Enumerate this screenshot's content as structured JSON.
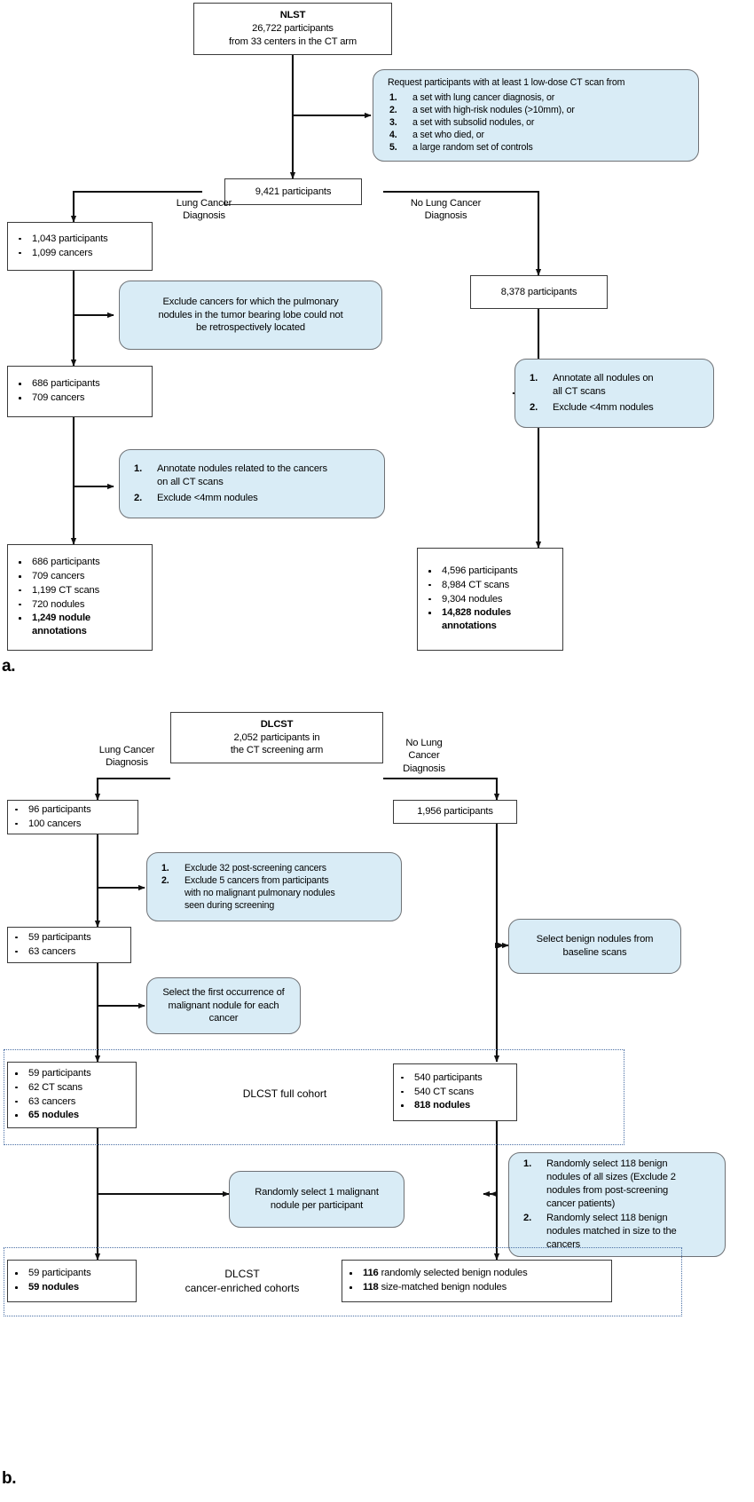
{
  "figure": {
    "captions": {
      "a": "a.",
      "b": "b."
    }
  },
  "panel_a": {
    "root": {
      "title": "NLST",
      "line2": "26,722 participants",
      "line3": "from 33 centers in the CT arm"
    },
    "request_box": {
      "intro": "Request participants with at least 1 low-dose CT scan from",
      "items": [
        {
          "n": "1.",
          "text": "a set with lung cancer diagnosis, or"
        },
        {
          "n": "2.",
          "text": "a set with high-risk nodules (>10mm), or"
        },
        {
          "n": "3.",
          "text": "a set with subsolid nodules, or"
        },
        {
          "n": "4.",
          "text": "a set who died, or"
        },
        {
          "n": "5.",
          "text": "a large random set of controls"
        }
      ]
    },
    "participants_9421": "9,421 participants",
    "branch_left_label": "Lung Cancer\nDiagnosis",
    "branch_left_label_l1": "Lung Cancer",
    "branch_left_label_l2": "Diagnosis",
    "branch_right_label_l1": "No Lung Cancer",
    "branch_right_label_l2": "Diagnosis",
    "box_1043": [
      "1,043 participants",
      "1,099 cancers"
    ],
    "exclude_note": "Exclude cancers for which the pulmonary nodules in the tumor bearing lobe could not be retrospectively located",
    "exclude_note_l1": "Exclude cancers for which the pulmonary",
    "exclude_note_l2": "nodules in the tumor bearing lobe could not",
    "exclude_note_l3": "be retrospectively located",
    "box_686_a": [
      "686 participants",
      "709 cancers"
    ],
    "annotate_cancer_box": [
      {
        "n": "1.",
        "text": "Annotate nodules related to the cancers on all CT scans"
      },
      {
        "n": "2.",
        "text": "Exclude <4mm nodules"
      }
    ],
    "annotate_cancer_box_l1": "Annotate nodules related to the cancers",
    "annotate_cancer_box_l2": "on all CT scans",
    "final_left": [
      {
        "text": "686 participants",
        "bold": false
      },
      {
        "text": "709 cancers",
        "bold": false
      },
      {
        "text": "1,199 CT scans",
        "bold": false
      },
      {
        "text": "720 nodules",
        "bold": false
      },
      {
        "text": "1,249 nodule annotations",
        "bold": true
      }
    ],
    "box_8378": "8,378 participants",
    "annotate_all_box": [
      {
        "n": "1.",
        "text": "Annotate all nodules on all CT scans"
      },
      {
        "n": "2.",
        "text": "Exclude <4mm nodules"
      }
    ],
    "annotate_all_box_l1": "Annotate all nodules on",
    "annotate_all_box_l2": "all CT scans",
    "final_right": [
      {
        "text": "4,596 participants",
        "bold": false
      },
      {
        "text": "8,984 CT scans",
        "bold": false
      },
      {
        "text": "9,304 nodules",
        "bold": false
      },
      {
        "text": "14,828 nodules annotations",
        "bold": true
      }
    ]
  },
  "panel_b": {
    "root": {
      "title": "DLCST",
      "line2": "2,052 participants in",
      "line3": "the CT screening arm"
    },
    "branch_left_l1": "Lung Cancer",
    "branch_left_l2": "Diagnosis",
    "branch_right_l1": "No Lung",
    "branch_right_l2": "Cancer",
    "branch_right_l3": "Diagnosis",
    "box_96": [
      "96 participants",
      "100 cancers"
    ],
    "box_1956": "1,956 participants",
    "exclude_box": [
      {
        "n": "1.",
        "text": "Exclude 32 post-screening cancers"
      },
      {
        "n": "2.",
        "text": "Exclude 5 cancers from participants with no malignant pulmonary nodules seen during screening"
      }
    ],
    "exclude_box_1": "Exclude 32 post-screening cancers",
    "exclude_box_2_l1": "Exclude 5 cancers from participants",
    "exclude_box_2_l2": "with no malignant pulmonary nodules",
    "exclude_box_2_l3": "seen during screening",
    "box_59": [
      "59 participants",
      "63 cancers"
    ],
    "select_first_l1": "Select the first occurrence of",
    "select_first_l2": "malignant nodule for each",
    "select_first_l3": "cancer",
    "select_benign_l1": "Select benign nodules from",
    "select_benign_l2": "baseline scans",
    "full_cohort_left": [
      {
        "text": "59 participants",
        "bold": false
      },
      {
        "text": "62 CT scans",
        "bold": false
      },
      {
        "text": "63 cancers",
        "bold": false
      },
      {
        "text": "65 nodules",
        "bold": true
      }
    ],
    "full_cohort_right": [
      {
        "text": "540 participants",
        "bold": false
      },
      {
        "text": "540 CT scans",
        "bold": false
      },
      {
        "text": "818 nodules",
        "bold": true
      }
    ],
    "full_cohort_label": "DLCST full cohort",
    "random_select_l1": "Randomly select 1 malignant",
    "random_select_l2": "nodule per participant",
    "randomly_box": [
      {
        "n": "1.",
        "text": "Randomly select 118 benign nodules of all sizes (Exclude 2 nodules from post-screening cancer patients)"
      },
      {
        "n": "2.",
        "text": "Randomly select 118 benign nodules matched in size to the cancers"
      }
    ],
    "randomly_box_1_l1": "Randomly select 118 benign",
    "randomly_box_1_l2": "nodules of all sizes (Exclude 2",
    "randomly_box_1_l3": "nodules from post-screening",
    "randomly_box_1_l4": "cancer patients)",
    "randomly_box_2_l1": "Randomly select 118 benign",
    "randomly_box_2_l2": "nodules matched in size to the",
    "randomly_box_2_l3": "cancers",
    "enriched_left": [
      {
        "text": "59 participants",
        "bold": false
      },
      {
        "text": "59 nodules",
        "bold": true
      }
    ],
    "enriched_right": [
      {
        "bold_part": "116",
        "text": " randomly selected benign nodules"
      },
      {
        "bold_part": "118",
        "text": " size-matched benign nodules"
      }
    ],
    "enriched_label_l1": "DLCST",
    "enriched_label_l2": "cancer-enriched cohorts"
  },
  "colors": {
    "note_fill": "#d9ecf6",
    "note_border": "#6f7276",
    "box_border": "#3a3a3a",
    "group_border": "#4a6fa5"
  }
}
